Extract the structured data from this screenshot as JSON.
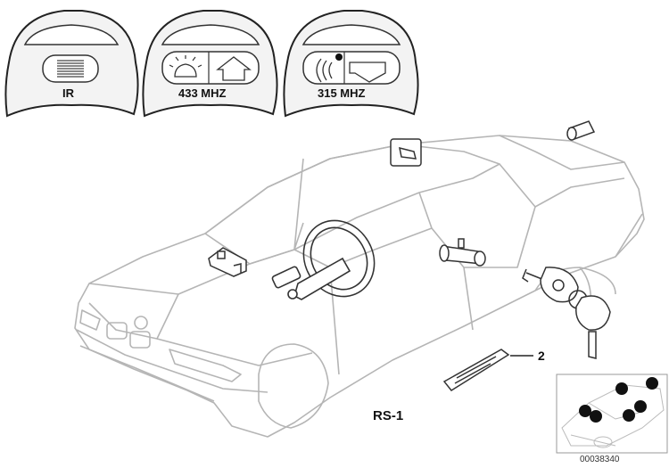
{
  "remote_variants": [
    {
      "label": "IR",
      "icon": "infrared-window-icon"
    },
    {
      "label": "433 MHZ",
      "icon": "radio-433-icon"
    },
    {
      "label": "315 MHZ",
      "icon": "radio-315-icon"
    }
  ],
  "callout_number": "2",
  "group_code": "RS-1",
  "reference_number": "00038340"
}
